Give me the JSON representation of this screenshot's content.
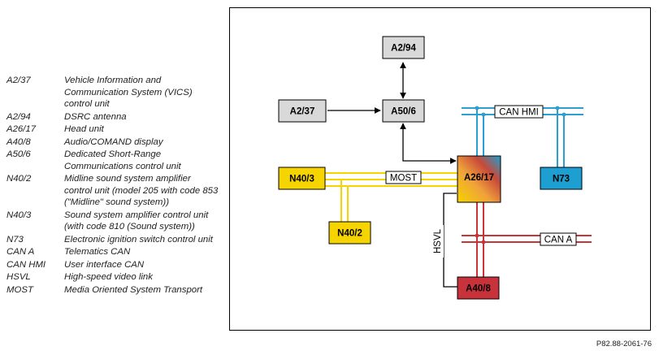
{
  "legend": [
    {
      "code": "A2/37",
      "desc": "Vehicle Information and Communication System (VICS) control unit"
    },
    {
      "code": "A2/94",
      "desc": "DSRC antenna"
    },
    {
      "code": "A26/17",
      "desc": "Head unit"
    },
    {
      "code": "A40/8",
      "desc": "Audio/COMAND display"
    },
    {
      "code": "A50/6",
      "desc": "Dedicated Short-Range Communications control unit"
    },
    {
      "code": "N40/2",
      "desc": "Midline sound system amplifier control unit (model 205 with code 853 (\"Midline\" sound system))"
    },
    {
      "code": "N40/3",
      "desc": "Sound system amplifier control unit (with code 810 (Sound system))"
    },
    {
      "code": "N73",
      "desc": "Electronic ignition switch control unit"
    },
    {
      "code": "CAN A",
      "desc": "Telematics CAN"
    },
    {
      "code": "CAN HMI",
      "desc": "User interface CAN"
    },
    {
      "code": "HSVL",
      "desc": "High-speed video link"
    },
    {
      "code": "MOST",
      "desc": "Media Oriented System Transport"
    }
  ],
  "diagram": {
    "boxes": {
      "a2_94": "A2/94",
      "a2_37": "A2/37",
      "a50_6": "A50/6",
      "n40_3": "N40/3",
      "a26_17": "A26/17",
      "n73": "N73",
      "n40_2": "N40/2",
      "a40_8": "A40/8"
    },
    "bus_labels": {
      "can_hmi": "CAN HMI",
      "most": "MOST",
      "can_a": "CAN A",
      "hsvl": "HSVL"
    },
    "colors": {
      "grey_box": "#d9d9d9",
      "most_yellow": "#f5d400",
      "can_hmi_blue": "#2aa0d2",
      "can_a_red": "#c8343a",
      "a40_8_fill": "#c8323a",
      "n73_fill": "#1d9fd2"
    }
  },
  "footer": "P82.88-2061-76"
}
